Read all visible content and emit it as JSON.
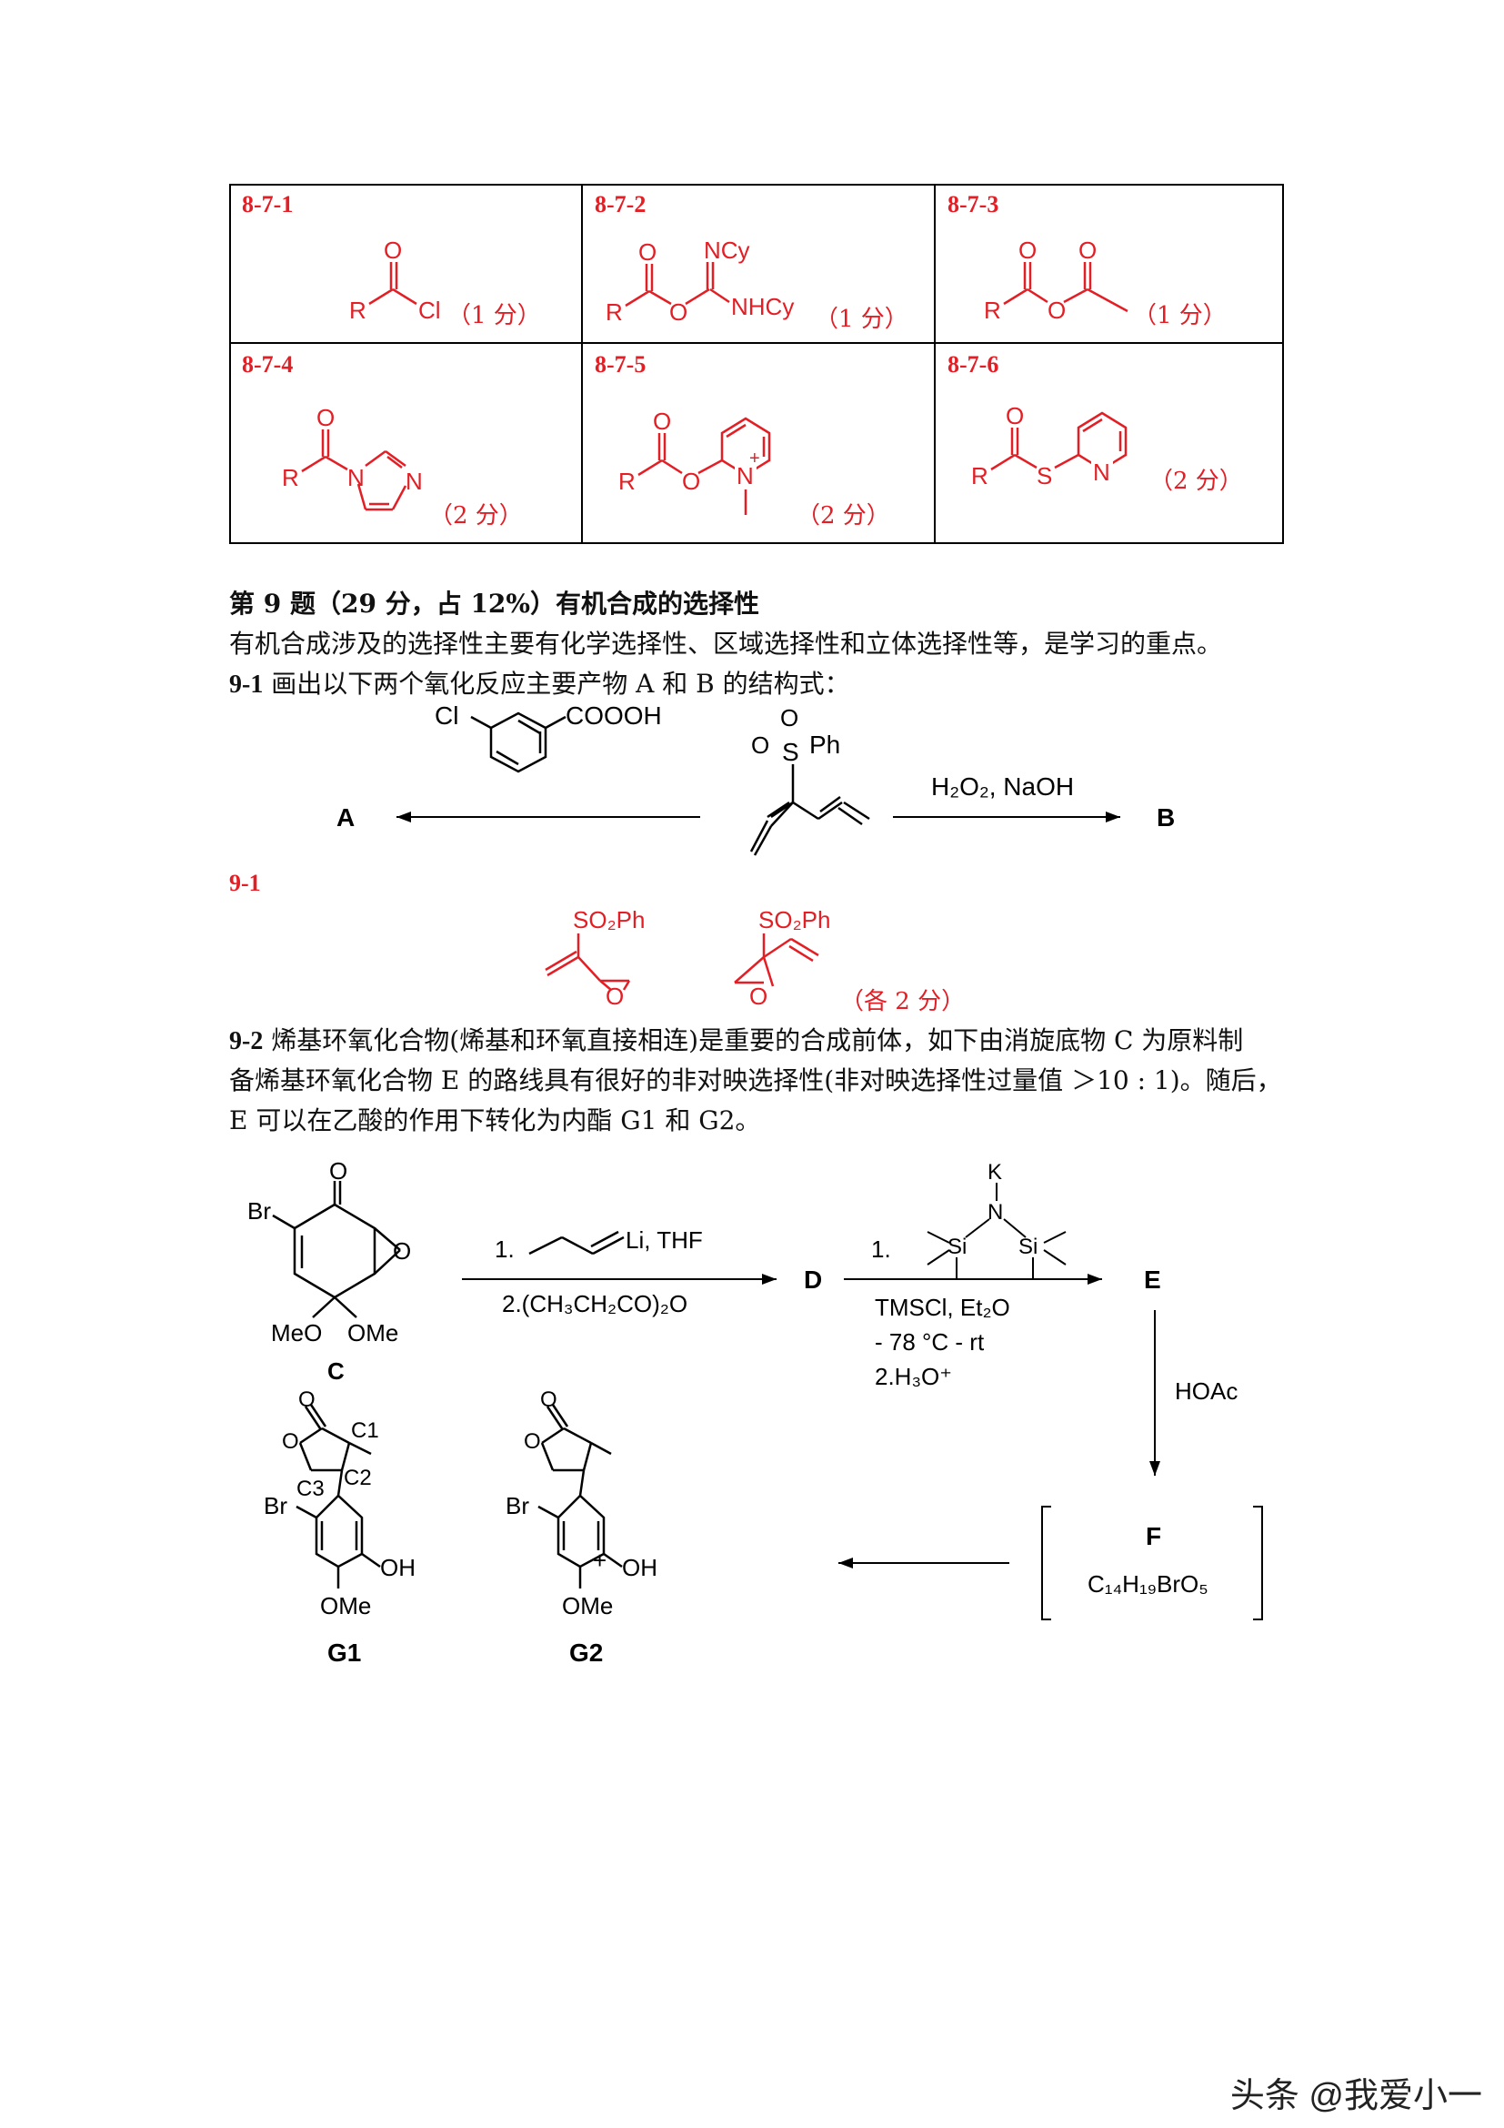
{
  "table": {
    "cells": [
      {
        "label": "8-7-1",
        "score": "（1 分）"
      },
      {
        "label": "8-7-2",
        "score": "（1 分）"
      },
      {
        "label": "8-7-3",
        "score": "（1 分）"
      },
      {
        "label": "8-7-4",
        "score": "（2 分）"
      },
      {
        "label": "8-7-5",
        "score": "（2 分）"
      },
      {
        "label": "8-7-6",
        "score": "（2 分）"
      }
    ],
    "atoms": {
      "R": "R",
      "Cl": "Cl",
      "O": "O",
      "N": "N",
      "NCy": "NCy",
      "NHCy": "NHCy",
      "S": "S",
      "plus": "+"
    }
  },
  "q9": {
    "heading": "第 9 题（29 分，占 12%）有机合成的选择性",
    "intro": "有机合成涉及的选择性主要有化学选择性、区域选择性和立体选择性等，是学习的重点。",
    "q1_label": "9-1",
    "q1_text": " 画出以下两个氧化反应主要产物 A 和 B 的结构式：",
    "scheme1": {
      "Cl": "Cl",
      "COOOH": "COOOH",
      "S": "S",
      "O": "O",
      "Ph": "Ph",
      "reagentB": "H₂O₂, NaOH",
      "A": "A",
      "B": "B"
    },
    "ans_label": "9-1",
    "ans_group": "SO₂Ph",
    "ans_O": "O",
    "ans_score": "（各 2 分）",
    "q2_label": "9-2",
    "q2_line1": " 烯基环氧化合物(烯基和环氧直接相连)是重要的合成前体，如下由消旋底物 C 为原料制",
    "q2_line2": "备烯基环氧化合物 E 的路线具有很好的非对映选择性(非对映选择性过量值 ＞10 : 1)。随后，",
    "q2_line3": "E 可以在乙酸的作用下转化为内酯 G1 和 G2。",
    "scheme2": {
      "Br": "Br",
      "O": "O",
      "MeO": "MeO",
      "OMe": "OMe",
      "C": "C",
      "step1a": "1.",
      "Li": "Li, THF",
      "step1b": "2.(CH₃CH₂CO)₂O",
      "D": "D",
      "K": "K",
      "N": "N",
      "Si": "Si",
      "step2a": "1.",
      "step2b": "TMSCl, Et₂O",
      "step2c": "- 78 °C - rt",
      "step2d": "2.H₃O⁺",
      "E": "E",
      "HOAc": "HOAc",
      "F": "F",
      "F_formula": "C₁₄H₁₉BrO₅",
      "C1": "C1",
      "C2": "C2",
      "C3": "C3",
      "OH": "OH",
      "plus": "+",
      "G1": "G1",
      "G2": "G2"
    }
  },
  "watermark": "头条 @我爱小一"
}
